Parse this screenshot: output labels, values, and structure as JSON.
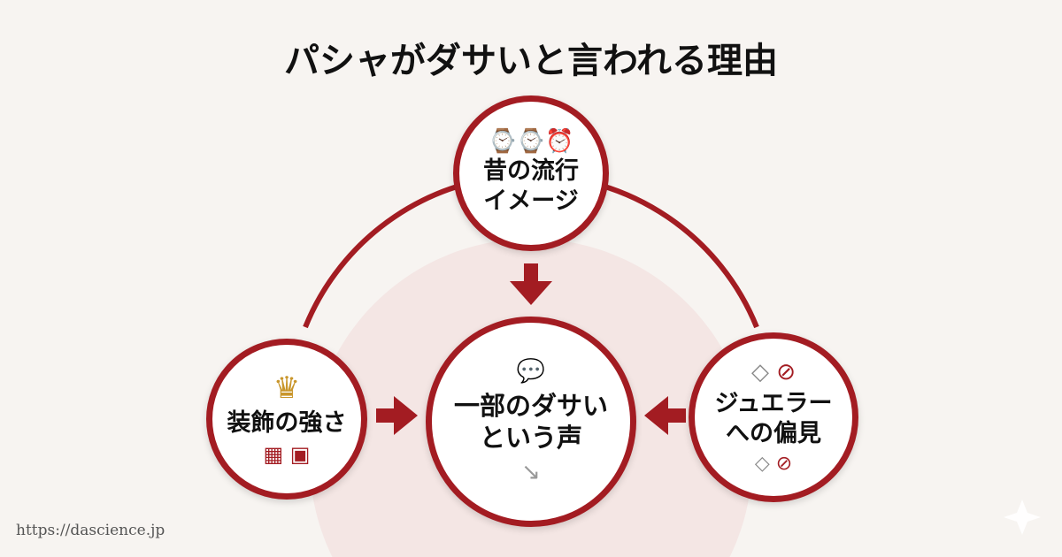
{
  "title": "パシャがダサいと言われる理由",
  "nodes": {
    "top": {
      "line1": "昔の流行",
      "line2": "イメージ",
      "icon": "watches-icon"
    },
    "left": {
      "label": "装飾の強さ",
      "icon": "crown-icon"
    },
    "center": {
      "line1": "一部のダサい",
      "line2": "という声",
      "icon": "chat-bubbles-icon"
    },
    "right": {
      "line1": "ジュエラー",
      "line2": "への偏見",
      "icon": "diamond-icon"
    }
  },
  "footer": {
    "url": "https://dascience.jp"
  },
  "colors": {
    "accent": "#a31c22",
    "background": "#f7f4f1"
  }
}
